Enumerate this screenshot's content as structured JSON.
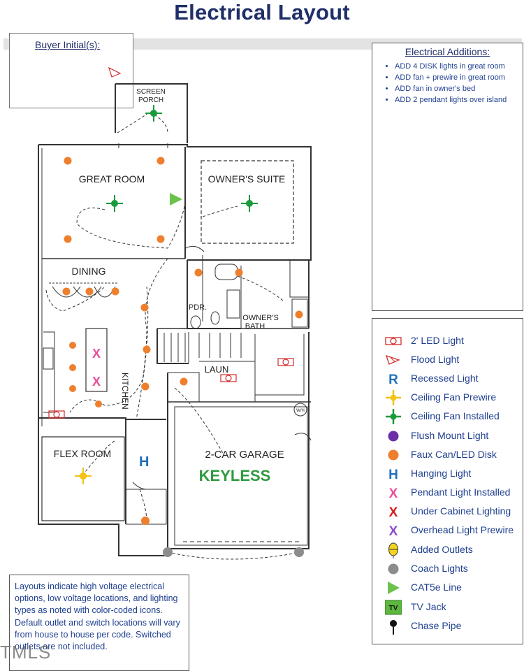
{
  "title": "Electrical Layout",
  "buyer_box": {
    "label": "Buyer Initial(s):"
  },
  "additions": {
    "heading": "Electrical Additions:",
    "items": [
      "ADD 4 DISK lights in great room",
      "ADD fan + prewire in great room",
      "ADD fan in owner's bed",
      "ADD 2 pendant lights over island"
    ]
  },
  "legend": [
    {
      "label": "2' LED Light",
      "icon": "led-light-icon",
      "color": "#d62a2a"
    },
    {
      "label": "Flood Light",
      "icon": "flood-light-icon",
      "color": "#d62a2a"
    },
    {
      "label": "Recessed Light",
      "icon": "recessed-light-icon",
      "glyph": "R",
      "color": "#1f6fc0"
    },
    {
      "label": "Ceiling Fan Prewire",
      "icon": "ceiling-fan-prewire-icon",
      "color": "#f2c318"
    },
    {
      "label": "Ceiling Fan Installed",
      "icon": "ceiling-fan-installed-icon",
      "color": "#1a9a3c"
    },
    {
      "label": "Flush Mount Light",
      "icon": "flush-mount-light-icon",
      "color": "#6b2fa8"
    },
    {
      "label": "Faux Can/LED Disk",
      "icon": "faux-can-icon",
      "color": "#ee7f2d"
    },
    {
      "label": "Hanging Light",
      "icon": "hanging-light-icon",
      "glyph": "H",
      "color": "#1f6fc0"
    },
    {
      "label": "Pendant Light Installed",
      "icon": "pendant-light-icon",
      "glyph": "X",
      "color": "#e8509a"
    },
    {
      "label": "Under Cabinet Lighting",
      "icon": "under-cabinet-icon",
      "glyph": "X",
      "color": "#d61e1e"
    },
    {
      "label": "Overhead Light Prewire",
      "icon": "overhead-prewire-icon",
      "glyph": "X",
      "color": "#8a4fc9"
    },
    {
      "label": "Added Outlets",
      "icon": "added-outlet-icon",
      "color": "#f2d41e"
    },
    {
      "label": "Coach Lights",
      "icon": "coach-light-icon",
      "color": "#8c8c8c"
    },
    {
      "label": "CAT5e Line",
      "icon": "cat5e-icon",
      "color": "#6cc24a"
    },
    {
      "label": "TV Jack",
      "icon": "tv-jack-icon",
      "glyph": "TV",
      "color": "#5cb83c"
    },
    {
      "label": "Chase Pipe",
      "icon": "chase-pipe-icon",
      "color": "#111111"
    }
  ],
  "note": "Layouts indicate high voltage electrical options, low voltage locations, and lighting types as noted with color-coded icons. Default outlet and switch locations will vary from house to house per code. Switched outlets are not included.",
  "rooms": {
    "screen_porch_1": "SCREEN",
    "screen_porch_2": "PORCH",
    "great_room": "GREAT ROOM",
    "owners_suite": "OWNER'S SUITE",
    "dining": "DINING",
    "pdr": "PDR.",
    "owners_bath_1": "OWNER'S",
    "owners_bath_2": "BATH",
    "kitchen": "KITCHEN",
    "laun": "LAUN",
    "flex_room": "FLEX ROOM",
    "garage": "2-CAR GARAGE",
    "keyless": "KEYLESS",
    "water_heater": "W/H"
  },
  "watermark": "TMLS",
  "colors": {
    "title": "#1f2f6a",
    "text_blue": "#1f3f8f",
    "keyless": "#2f9a3e"
  }
}
